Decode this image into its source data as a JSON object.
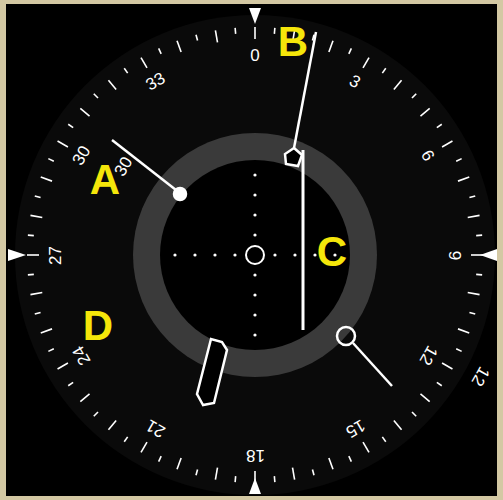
{
  "diagram": {
    "labels": [
      "0",
      "3",
      "6",
      "9",
      "12",
      "15",
      "18",
      "21",
      "24",
      "27",
      "30",
      "33",
      "30",
      "12",
      "A",
      "B",
      "C",
      "D"
    ]
  }
}
